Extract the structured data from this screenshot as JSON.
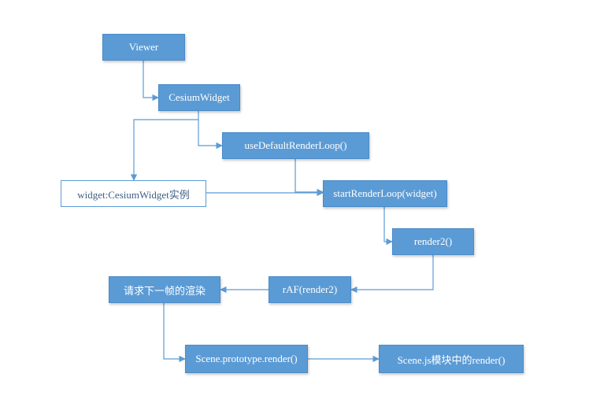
{
  "nodes": {
    "viewer": "Viewer",
    "cesium_widget": "CesiumWidget",
    "use_default_render_loop": "useDefaultRenderLoop()",
    "widget_instance": "widget:CesiumWidget实例",
    "start_render_loop": "startRenderLoop(widget)",
    "render2": "render2()",
    "raf": "rAF(render2)",
    "request_next_frame": "请求下一帧的渲染",
    "scene_prototype_render": "Scene.prototype.render()",
    "scene_js_render": "Scene.js模块中的render()"
  },
  "colors": {
    "node_fill": "#5b9bd5",
    "node_text": "#ffffff",
    "outline_node_text": "#3f5f86",
    "connector": "#5b9bd5"
  }
}
